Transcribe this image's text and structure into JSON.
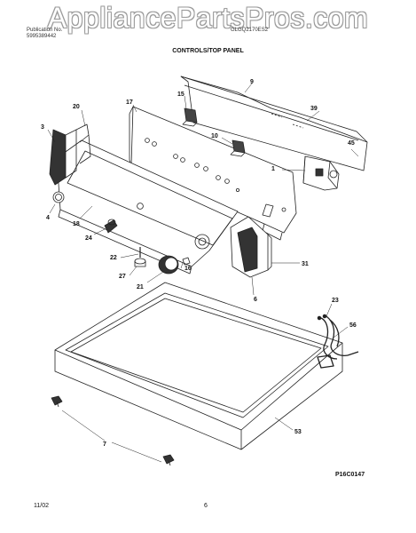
{
  "watermark": "AppliancePartsPros.com",
  "header": {
    "left_line1": "Publication No.",
    "left_line2": "5995389442",
    "right": "GLGQ2170ES2",
    "title": "CONTROLS/TOP PANEL"
  },
  "callouts": [
    "1",
    "3",
    "4",
    "6",
    "7",
    "9",
    "10",
    "15",
    "16",
    "17",
    "18",
    "20",
    "21",
    "22",
    "23",
    "24",
    "27",
    "31",
    "39",
    "45",
    "53",
    "56"
  ],
  "footer": {
    "date": "11/02",
    "page": "6",
    "code": "P16C0147"
  }
}
